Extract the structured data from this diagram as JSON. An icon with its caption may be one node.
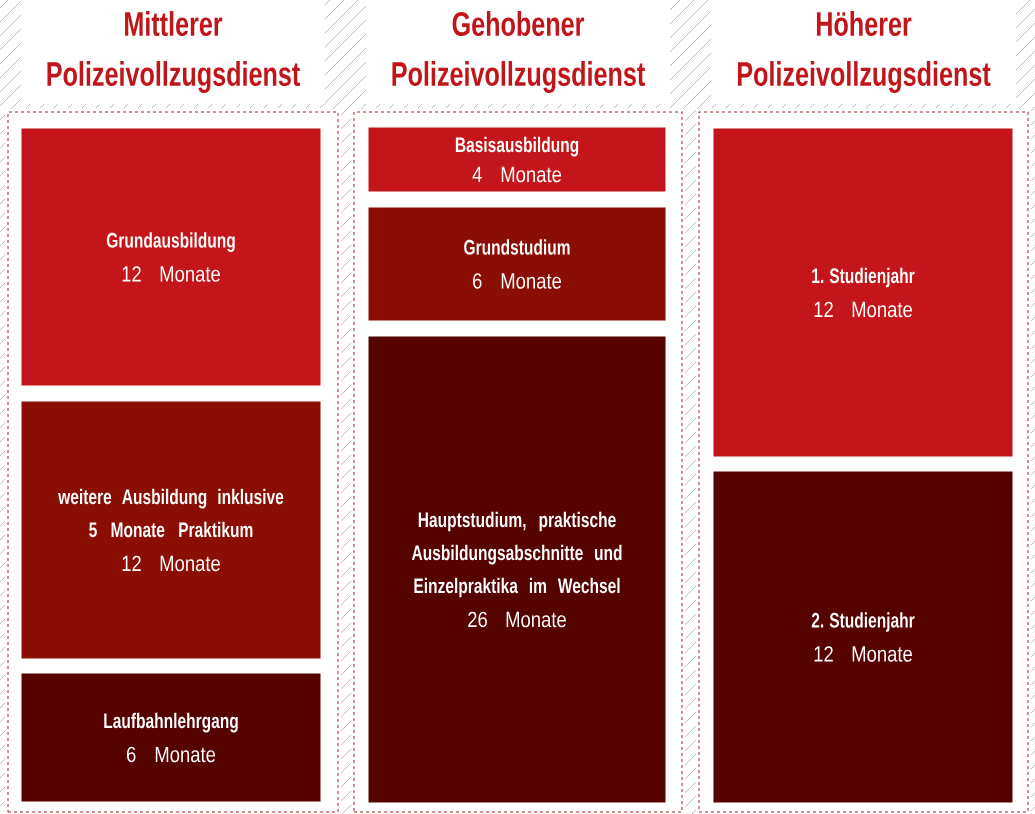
{
  "diagram": {
    "nodes": [
      {
        "text": [
          "Mittlerer Polizeivollzugsdienst"
        ]
      },
      {
        "text": [
          "Grundausbildung",
          "12 Monate"
        ],
        "in": 0
      },
      {
        "text": [
          "weitere Ausbildung inklusive 5 Monate Praktikum",
          "12 Monate"
        ],
        "in": 0
      },
      {
        "text": [
          "Laufbahnlehrgang",
          "6 Monate"
        ],
        "in": 0
      },
      {
        "text": [
          "Gehobener Polizeivollzugsdienst"
        ]
      },
      {
        "text": [
          "Basisausbildung",
          "4 Monate"
        ],
        "in": 4
      },
      {
        "text": [
          "Grundstudium",
          "6 Monate"
        ],
        "in": 4
      },
      {
        "text": [
          "Hauptstudium, praktische Ausbildungsabschnitte und Einzelpraktika im Wechsel",
          "26 Monate"
        ],
        "in": 4
      },
      {
        "text": [
          "Höherer Polizeivollzugsdienst"
        ]
      },
      {
        "text": [
          "1. Studienjahr",
          "12 Monate"
        ],
        "in": 8
      },
      {
        "text": [
          "2. Studienjahr",
          "12 Monate"
        ],
        "in": 8
      }
    ]
  }
}
